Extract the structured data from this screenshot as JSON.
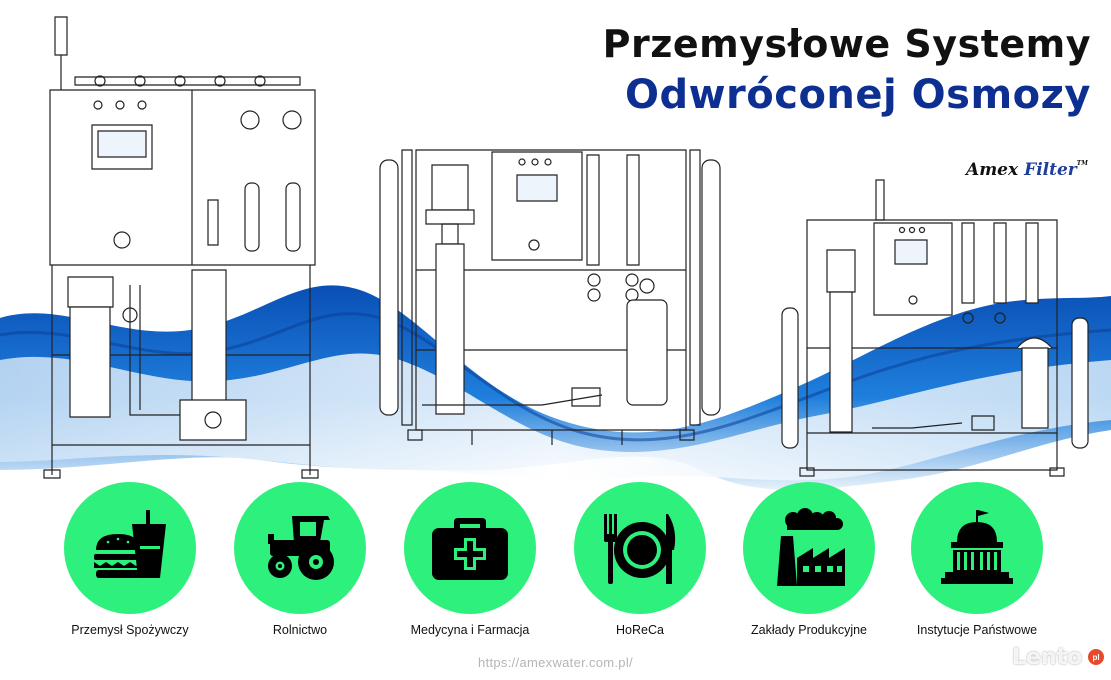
{
  "title": {
    "line1": "Przemysłowe Systemy",
    "line2": "Odwróconej Osmozy"
  },
  "brand": {
    "part1": "Amex",
    "part2": "Filter",
    "tm": "TM"
  },
  "sectors": [
    {
      "label": "Przemysł Spożywczy",
      "icon": "food-icon"
    },
    {
      "label": "Rolnictwo",
      "icon": "tractor-icon"
    },
    {
      "label": "Medycyna i Farmacja",
      "icon": "medical-kit-icon"
    },
    {
      "label": "HoReCa",
      "icon": "plate-fork-knife-icon"
    },
    {
      "label": "Zakłady Produkcyjne",
      "icon": "factory-icon"
    },
    {
      "label": "Instytucje Państwowe",
      "icon": "government-building-icon"
    }
  ],
  "footer": {
    "url": "https://amexwater.com.pl/"
  },
  "watermark": {
    "text": "Lento",
    "badge": "pl"
  },
  "colors": {
    "circle": "#2ef07c",
    "title_dark": "#111111",
    "title_blue": "#0d2f92",
    "wave_blue": "#1565c8"
  }
}
